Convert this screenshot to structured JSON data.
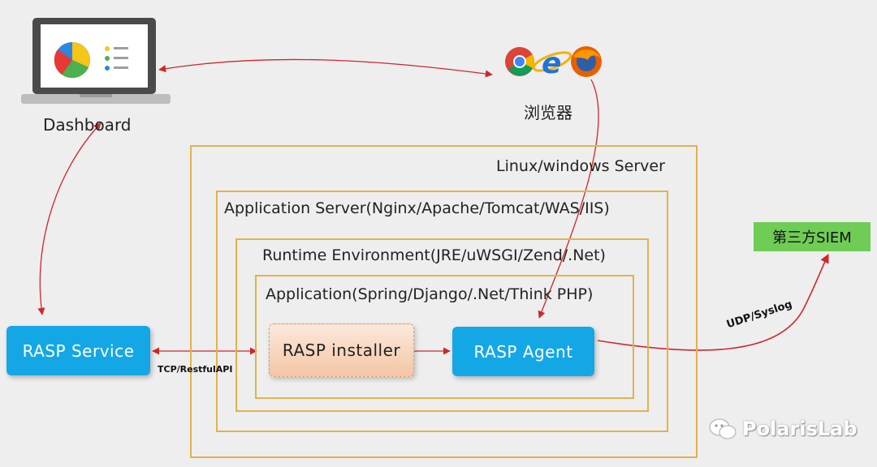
{
  "dashboard": {
    "label": "Dashboard"
  },
  "browser": {
    "label": "浏览器",
    "icons": [
      "chrome-icon",
      "ie-icon",
      "firefox-icon"
    ]
  },
  "server": {
    "label": "Linux/windows Server"
  },
  "app_server": {
    "label": "Application Server(Nginx/Apache/Tomcat/WAS/IIS)"
  },
  "runtime": {
    "label": "Runtime Environment(JRE/uWSGI/Zend/.Net)"
  },
  "application": {
    "label": "Application(Spring/Django/.Net/Think PHP)"
  },
  "rasp_installer": {
    "label": "RASP  installer"
  },
  "rasp_agent": {
    "label": "RASP  Agent"
  },
  "rasp_service": {
    "label": "RASP  Service"
  },
  "siem": {
    "label": "第三方SIEM"
  },
  "links": {
    "tcp": "TCP/RestfulAPI",
    "udp": "UDP/Syslog"
  },
  "watermark": {
    "text": "PolarisLab"
  },
  "colors": {
    "box_border": "#e3b24c",
    "blue": "#14a7e6",
    "green": "#6fcd55",
    "arrow": "#d0262a"
  }
}
